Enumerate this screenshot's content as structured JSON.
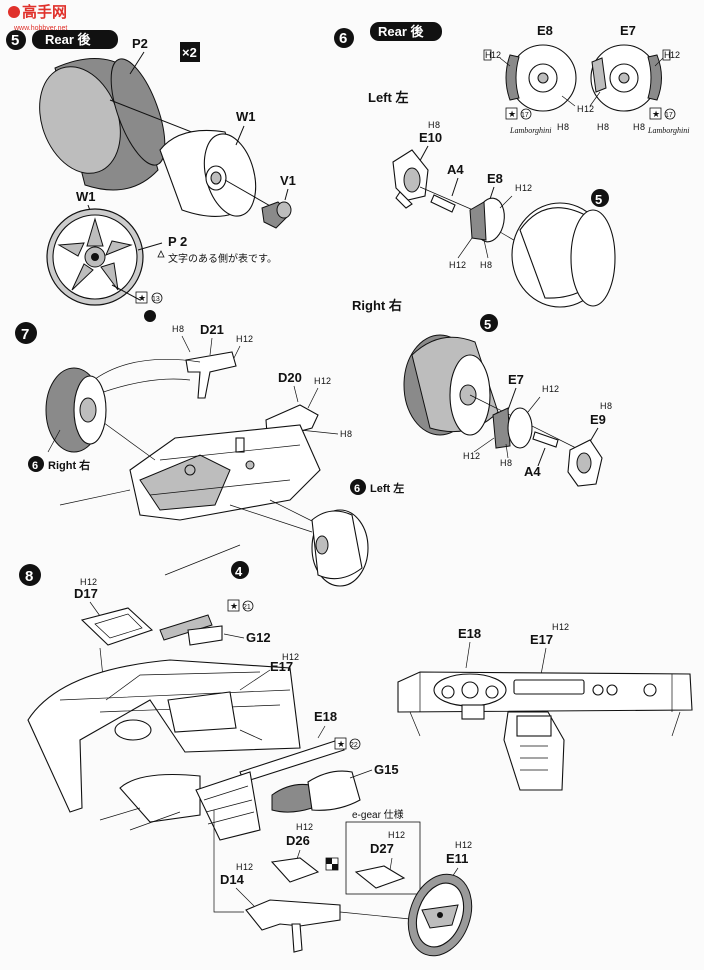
{
  "watermark": {
    "brand": "高手网",
    "url": "www.hobbyer.net"
  },
  "sections": {
    "s5": {
      "number": "5",
      "header": "Rear 後",
      "multiplier": "×2",
      "labels": {
        "p2": "P2",
        "w1": "W1",
        "v1": "V1",
        "w1b": "W1",
        "p2b": "P 2"
      },
      "note": "文字のある側が表です。",
      "paint_num": "13"
    },
    "s6": {
      "number": "6",
      "header": "Rear 後",
      "brake_labels": {
        "e8": "E8",
        "e7": "E7"
      },
      "signature": "Lamborghini",
      "paint_num": "17",
      "left_title": "Left 左",
      "right_title": "Right 右",
      "left_labels": {
        "e10": "E10",
        "a4": "A4",
        "e8": "E8",
        "ref5": "5"
      },
      "right_labels": {
        "ref5": "5",
        "e7": "E7",
        "e9": "E9",
        "a4": "A4"
      }
    },
    "s7": {
      "number": "7",
      "labels": {
        "d21": "D21",
        "d20": "D20"
      },
      "right_ref": {
        "num": "6",
        "text": "Right 右"
      },
      "left_ref": {
        "num": "6",
        "text": "Left 左"
      },
      "bottom_ref": "4"
    },
    "s8": {
      "number": "8",
      "labels": {
        "d17": "D17",
        "g12": "G12",
        "e17": "E17",
        "e18": "E18",
        "g15": "G15",
        "d26": "D26",
        "d27": "D27",
        "d14": "D14",
        "e11": "E11",
        "e18b": "E18",
        "e17b": "E17"
      },
      "egear": "e-gear 仕様",
      "paint_g12": "21",
      "paint_g15": "22"
    }
  },
  "hcodes": {
    "h8": "8",
    "h12": "12"
  }
}
